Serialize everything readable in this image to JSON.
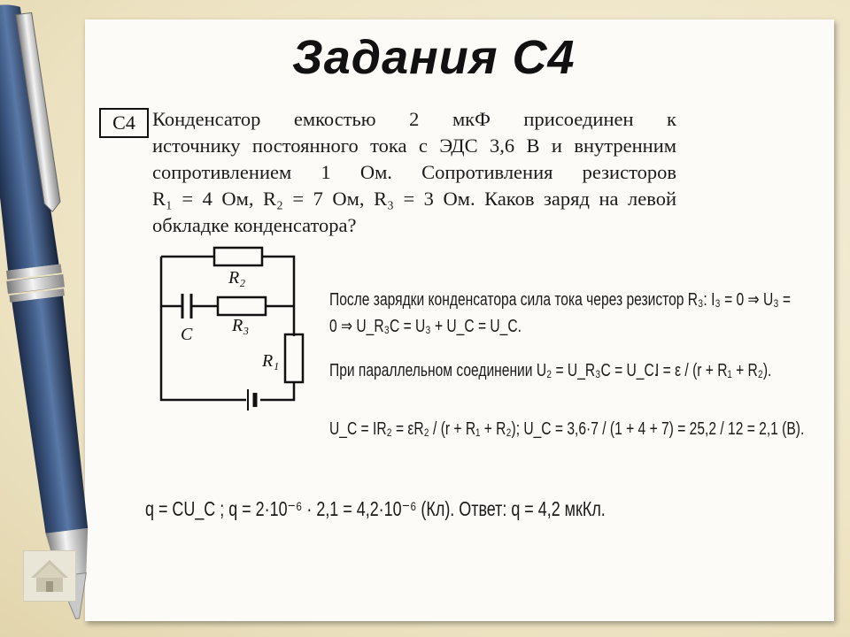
{
  "slide": {
    "title": "Задания С4",
    "task_label": "С4",
    "problem_lines": [
      "Конденсатор емкостью 2 мкФ присоединен к",
      "источнику постоянного тока с ЭДС 3,6 В и внутренним",
      "сопротивлением 1 Ом. Сопротивления резисторов",
      "R₁ = 4 Ом, R₂ = 7 Ом, R₃ = 3 Ом. Каков заряд на левой",
      "обкладке конденсатора?"
    ],
    "circuit_labels": {
      "r2": "R₂",
      "r3": "R₃",
      "r1": "R₁",
      "c": "C"
    },
    "solution": {
      "line1": "После зарядки конденсатора сила тока через резистор R₃: I₃ = 0 ⇒ U₃ =",
      "line2": "0 ⇒ U_R₃C = U₃ + U_C = U_C.",
      "line3": "При параллельном соединении U₂ = U_R₃C = U_C.",
      "line3_formula": "I = ε / (r + R₁ + R₂).",
      "line4": "U_C = IR₂ = εR₂ / (r + R₁ + R₂); U_C = 3,6·7 / (1 + 4 + 7) = 25,2 / 12 = 2,1 (В).",
      "line5": "q = CU_C ;    q = 2·10⁻⁶ · 2,1 = 4,2·10⁻⁶ (Кл). Ответ: q = 4,2 мкКл."
    },
    "home_icon": "home-icon"
  }
}
